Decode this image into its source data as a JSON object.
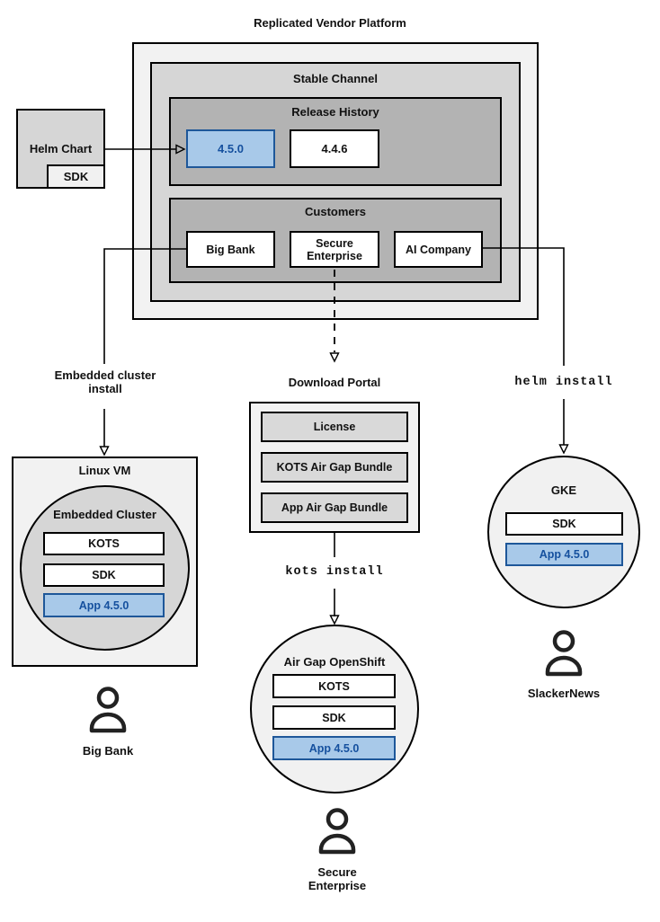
{
  "title": "Replicated Vendor Platform",
  "stable_channel": {
    "label": "Stable Channel"
  },
  "release_history": {
    "label": "Release History",
    "current_version": "4.5.0",
    "previous_version": "4.4.6"
  },
  "customers": {
    "label": "Customers",
    "big_bank": "Big Bank",
    "secure_enterprise": "Secure Enterprise",
    "ai_company": "AI Company"
  },
  "helm_chart": {
    "label": "Helm Chart",
    "sdk": "SDK"
  },
  "left_flow": {
    "install_label_line1": "Embedded cluster",
    "install_label_line2": "install",
    "vm_label": "Linux VM",
    "cluster_label": "Embedded Cluster",
    "components": [
      "KOTS",
      "SDK",
      "App 4.5.0"
    ],
    "user": "Big Bank"
  },
  "middle_flow": {
    "portal_label": "Download Portal",
    "portal_items": [
      "License",
      "KOTS Air Gap Bundle",
      "App Air Gap Bundle"
    ],
    "install_cmd": "kots install",
    "cluster_label": "Air Gap OpenShift",
    "components": [
      "KOTS",
      "SDK",
      "App 4.5.0"
    ],
    "user_line1": "Secure",
    "user_line2": "Enterprise"
  },
  "right_flow": {
    "install_cmd": "helm install",
    "cluster_label": "GKE",
    "components": [
      "SDK",
      "App 4.5.0"
    ],
    "user": "SlackerNews"
  },
  "colors": {
    "highlight_fill": "#a8c9e9",
    "highlight_border": "#1e5799",
    "highlight_text": "#15509e",
    "container_light": "#f2f2f2",
    "container_mid": "#d6d6d6",
    "container_dark": "#b3b3b3"
  }
}
